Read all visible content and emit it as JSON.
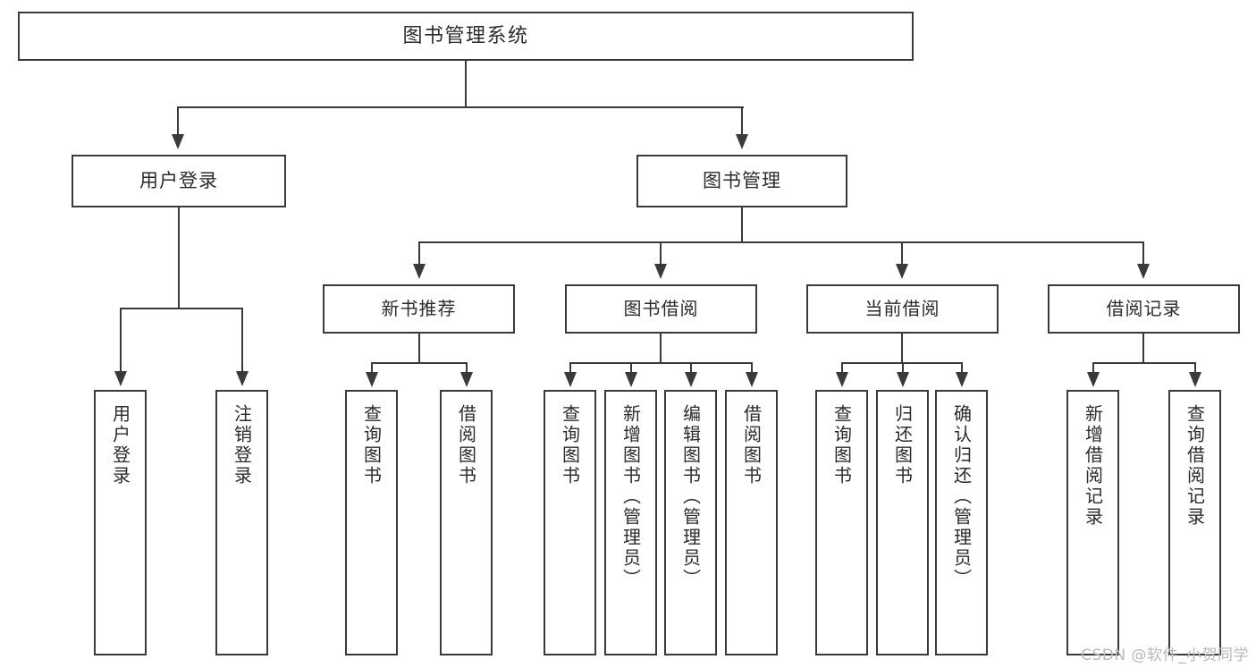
{
  "diagram": {
    "title": "图书管理系统",
    "type": "功能结构图",
    "watermark": "CSDN @软件_小贺同学",
    "colors": {
      "stroke": "#3a3a3a",
      "text": "#2b2b2b",
      "background": "#ffffff",
      "watermark": "#b9b9b9"
    }
  },
  "nodes": {
    "root": {
      "label": "图书管理系统"
    },
    "level1": [
      {
        "label": "用户登录"
      },
      {
        "label": "图书管理"
      }
    ],
    "level2": [
      {
        "label": "新书推荐"
      },
      {
        "label": "图书借阅"
      },
      {
        "label": "当前借阅"
      },
      {
        "label": "借阅记录"
      }
    ],
    "leaves": {
      "user_login": [
        {
          "label": "用户登录"
        },
        {
          "label": "注销登录"
        }
      ],
      "new_book": [
        {
          "label": "查询图书"
        },
        {
          "label": "借阅图书"
        }
      ],
      "book_borrow": [
        {
          "label": "查询图书"
        },
        {
          "label": "新增图书（管理员）"
        },
        {
          "label": "编辑图书（管理员）"
        },
        {
          "label": "借阅图书"
        }
      ],
      "current_borrow": [
        {
          "label": "查询图书"
        },
        {
          "label": "归还图书"
        },
        {
          "label": "确认归还（管理员）"
        }
      ],
      "borrow_record": [
        {
          "label": "新增借阅记录"
        },
        {
          "label": "查询借阅记录"
        }
      ]
    }
  }
}
